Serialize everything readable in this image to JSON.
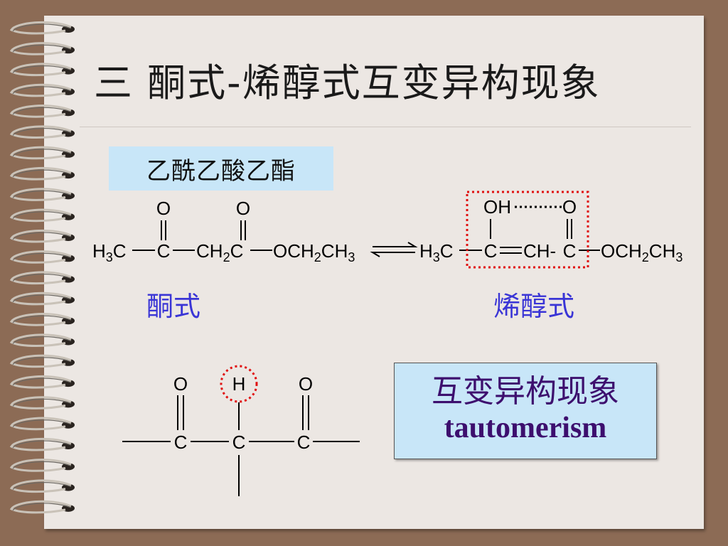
{
  "slide": {
    "title": "三   酮式-烯醇式互变异构现象",
    "compound_name": "乙酰乙酸乙酯",
    "keto_label": "酮式",
    "enol_label": "烯醇式",
    "term_zh": "互变异构现象",
    "term_en": "tautomerism"
  },
  "keto_formula": {
    "o1": "O",
    "o2": "O",
    "h3c": "H",
    "sub3": "3",
    "c_h3c": "C",
    "c1": "C",
    "ch2_a": "CH",
    "sub2_a": "2",
    "c2": "C",
    "och2": "OCH",
    "sub2_b": "2",
    "ch3": "CH",
    "sub3_b": "3"
  },
  "enol_formula": {
    "oh": "OH",
    "o": "O",
    "h3c": "H",
    "sub3": "3",
    "c_h3c": "C",
    "c1": "C",
    "ch": "CH-",
    "c2": "C",
    "och2": "OCH",
    "sub2": "2",
    "ch3": "CH",
    "sub3_b": "3"
  },
  "general_formula": {
    "o1": "O",
    "h": "H",
    "o2": "O",
    "c1": "C",
    "c2": "C",
    "c3": "C"
  },
  "colors": {
    "background": "#8c6b55",
    "paper": "#ece7e3",
    "label_blue": "#3a35d6",
    "box_blue": "#c8e6f8",
    "term_purple": "#3d0f6e",
    "highlight_red": "#e01010"
  }
}
